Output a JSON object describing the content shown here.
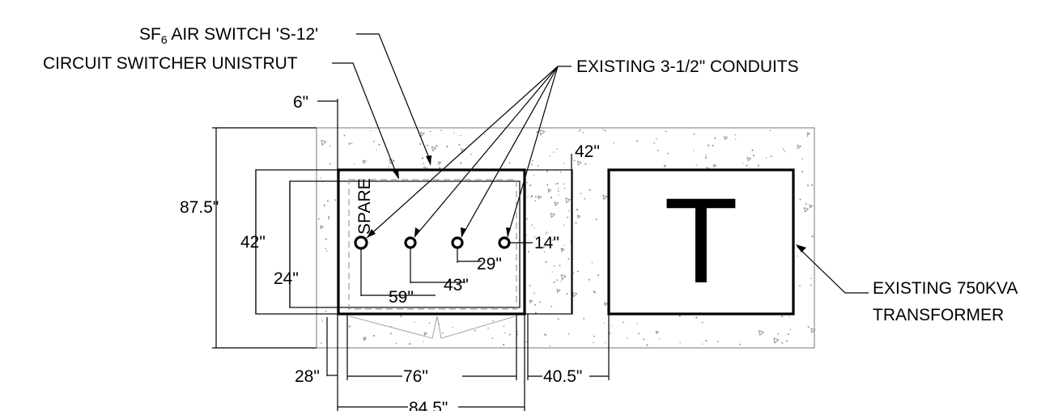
{
  "labels": {
    "sf6_prefix": "SF",
    "sf6_sub": "6",
    "sf6_rest": " AIR SWITCH 'S-12'",
    "unistrut": "CIRCUIT SWITCHER UNISTRUT",
    "conduits": "EXISTING 3-1/2\" CONDUITS",
    "spare": "SPARE",
    "transformer_line1": "EXISTING 750KVA",
    "transformer_line2": "TRANSFORMER",
    "transformer_symbol": "T"
  },
  "dimensions": {
    "d6": "6\"",
    "d87_5": "87.5\"",
    "d42_left": "42\"",
    "d24": "24\"",
    "d42_right": "42\"",
    "d14": "14\"",
    "d29": "29\"",
    "d43": "43\"",
    "d59": "59\"",
    "d28": "28\"",
    "d76": "76\"",
    "d40_5": "40.5\"",
    "d84_5": "84.5\""
  }
}
